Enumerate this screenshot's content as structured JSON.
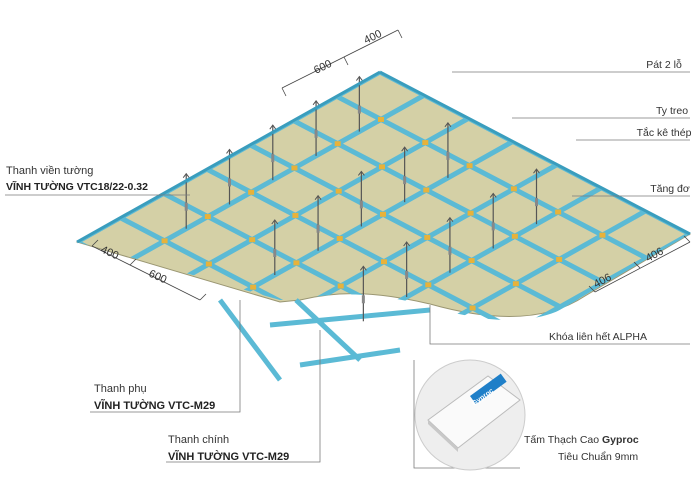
{
  "labels": {
    "pat_2_lo": "Pát 2 lỗ",
    "ty_treo": "Ty treo",
    "tac_ke_thep": "Tắc kê thép",
    "tang_do": "Tăng đơ",
    "thanh_vien_tuong_title": "Thanh viền tường",
    "thanh_vien_tuong_product": "VĨNH TƯỜNG VTC18/22-0.32",
    "khoa_lien_het": "Khóa liên hết ALPHA",
    "thanh_phu_title": "Thanh phụ",
    "thanh_phu_product": "VĨNH TƯỜNG VTC-M29",
    "thanh_chinh_title": "Thanh chính",
    "thanh_chinh_product": "VĨNH TƯỜNG VTC-M29",
    "tam_thach_cao_prefix": "Tấm Thạch Cao",
    "tam_thach_cao_brand": "Gyproc",
    "tam_thach_cao_standard": "Tiêu Chuẩn 9mm",
    "board_brand_mark": "Gyproc"
  },
  "dimensions": {
    "top_short": "400",
    "top_long": "600",
    "left_short": "400",
    "left_long": "600",
    "right_a": "406",
    "right_b": "406"
  },
  "colors": {
    "panel": "#d4d0a6",
    "rail": "#5bbad5",
    "rail_edge": "#3a9dbd",
    "clip": "#e8b23a",
    "rod": "#555555",
    "leader": "#7a7a7a"
  }
}
